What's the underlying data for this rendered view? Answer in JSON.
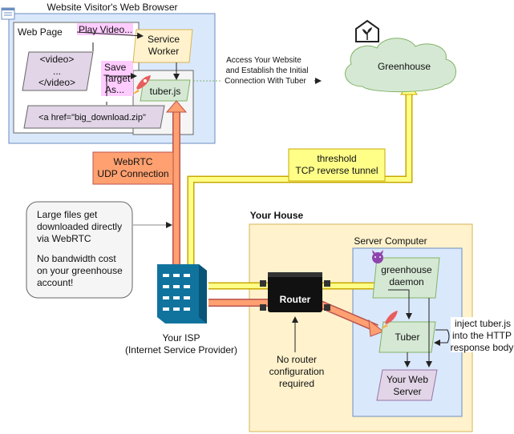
{
  "browser": {
    "title": "Website Visitor's Web Browser",
    "web_page_label": "Web Page",
    "video_tag": [
      "<video>",
      "...",
      "</video>"
    ],
    "play_video": "Play Video...",
    "save_target": [
      "Save",
      "Target",
      "As..."
    ],
    "service_worker": [
      "Service",
      "Worker"
    ],
    "tuber_js": "tuber.js",
    "anchor_tag": "<a href=\"big_download.zip\""
  },
  "greenhouse": {
    "label": "Greenhouse",
    "access_note": [
      "Access Your Website",
      "and Establish the Initial",
      "Connection With Tuber"
    ]
  },
  "tunnel": {
    "label": [
      "threshold",
      "TCP reverse tunnel"
    ]
  },
  "webrtc": {
    "label": [
      "WebRTC",
      "UDP Connection"
    ]
  },
  "large_files_note": {
    "lines": [
      "Large files get",
      "downloaded directly",
      "via WebRTC",
      "",
      "No bandwidth cost",
      "on your greenhouse",
      "account!"
    ]
  },
  "isp": {
    "label": [
      "Your ISP",
      "(Internet Service Provider)"
    ]
  },
  "house": {
    "title": "Your House",
    "router": "Router",
    "no_router": [
      "No router",
      "configuration",
      "required"
    ],
    "server_computer": "Server Computer",
    "daemon": [
      "greenhouse",
      "daemon"
    ],
    "tuber": "Tuber",
    "inject_note": [
      "inject tuber.js",
      "into the HTTP",
      "response body"
    ],
    "web_server": [
      "Your Web",
      "Server"
    ]
  },
  "colors": {
    "browser_bg": "#dae8fc",
    "house_bg": "#fff2cc",
    "server_bg": "#dae8fc",
    "parallelogram": "#e1d5e7",
    "service_worker": "#fff2cc",
    "tuber_green": "#d5e8d4",
    "tunnel_yellow": "#ffff88",
    "webrtc_orange": "#ffa070",
    "cloud": "#d5e8d4"
  }
}
